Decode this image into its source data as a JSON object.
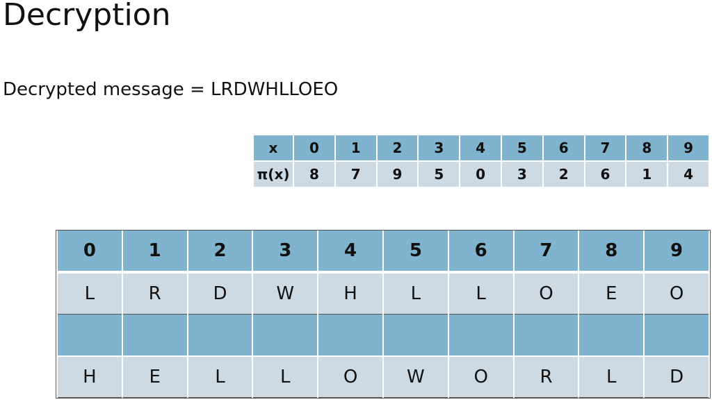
{
  "title": "Decryption",
  "message": "Decrypted message = LRDWHLLOEO",
  "perm_table": {
    "row_labels": [
      "x",
      "π(x)"
    ],
    "x": [
      "0",
      "1",
      "2",
      "3",
      "4",
      "5",
      "6",
      "7",
      "8",
      "9"
    ],
    "pi": [
      "8",
      "7",
      "9",
      "5",
      "0",
      "3",
      "2",
      "6",
      "1",
      "4"
    ]
  },
  "grid": {
    "header": [
      "0",
      "1",
      "2",
      "3",
      "4",
      "5",
      "6",
      "7",
      "8",
      "9"
    ],
    "cipher": [
      "L",
      "R",
      "D",
      "W",
      "H",
      "L",
      "L",
      "O",
      "E",
      "O"
    ],
    "blank": [
      "",
      "",
      "",
      "",
      "",
      "",
      "",
      "",
      "",
      ""
    ],
    "plain": [
      "H",
      "E",
      "L",
      "L",
      "O",
      "W",
      "O",
      "R",
      "L",
      "D"
    ]
  },
  "colors": {
    "blue": "#80b3cd",
    "light": "#cdd9e3",
    "gray": "#a3a3a3"
  }
}
